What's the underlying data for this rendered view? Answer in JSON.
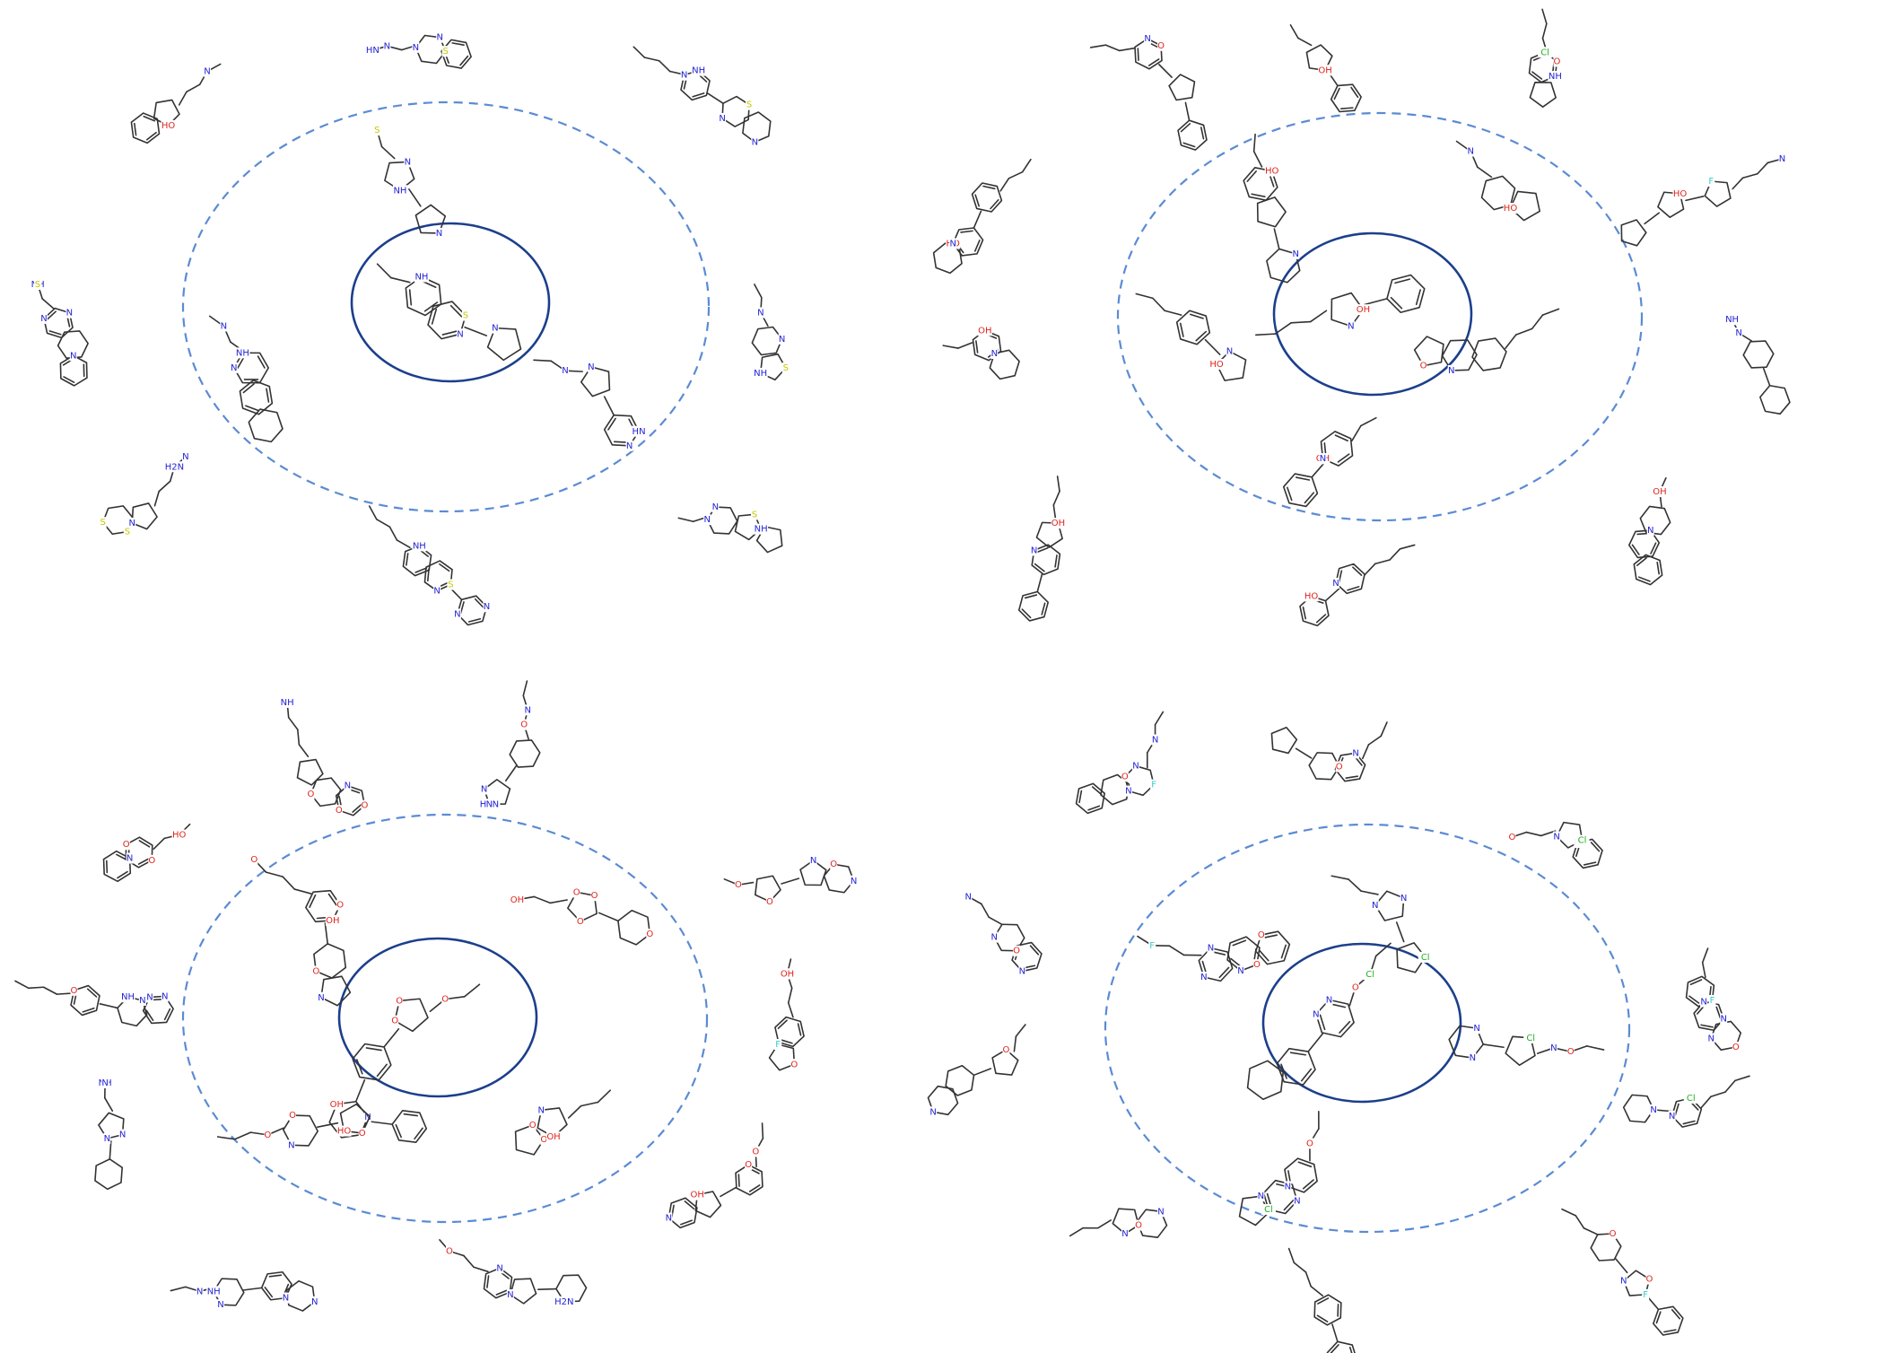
{
  "colors": {
    "bond": "#333333",
    "N": "#1f1fd6",
    "O": "#e0231c",
    "S": "#c7c700",
    "F": "#33cccc",
    "Cl": "#22b022",
    "query_ring": "#1c3f8c",
    "similarity_ring": "#5b8bd4",
    "background": "#ffffff"
  },
  "panels": [
    {
      "query": "clozapine-like thienobenzodiazepine (olanzapine scaffold)",
      "query_atoms": [
        "N",
        "N",
        "NH",
        "S"
      ],
      "inner": [
        {
          "atoms": [
            "N",
            "NH",
            "S",
            "N",
            "N"
          ]
        },
        {
          "atoms": [
            "N",
            "N",
            "NH"
          ]
        },
        {
          "atoms": [
            "N",
            "N",
            "HN",
            "N"
          ]
        }
      ],
      "outer": [
        {
          "atoms": [
            "HO",
            "S",
            "N",
            "N"
          ]
        },
        {
          "atoms": [
            "HN",
            "N",
            "S",
            "N",
            "N"
          ]
        },
        {
          "atoms": [
            "S",
            "NH",
            "N",
            "N",
            "N"
          ]
        },
        {
          "atoms": [
            "NH",
            "N",
            "N",
            "S",
            "N"
          ]
        },
        {
          "atoms": [
            "NH",
            "N",
            "S",
            "N"
          ]
        },
        {
          "atoms": [
            "H2N",
            "N",
            "S",
            "S",
            "N"
          ]
        },
        {
          "atoms": [
            "NH",
            "N",
            "S",
            "N"
          ]
        },
        {
          "atoms": [
            "N",
            "N",
            "N",
            "S",
            "NH"
          ]
        }
      ]
    },
    {
      "query": "aminotetralin (dipropylamino-hydroxytetralin)",
      "query_atoms": [
        "OH",
        "N"
      ],
      "inner": [
        {
          "atoms": [
            "HO",
            "N"
          ]
        },
        {
          "atoms": [
            "HO",
            "N"
          ]
        },
        {
          "atoms": [
            "HO",
            "N"
          ]
        },
        {
          "atoms": [
            "N",
            "O"
          ]
        },
        {
          "atoms": [
            "OH",
            "N"
          ]
        }
      ],
      "outer": [
        {
          "atoms": [
            "O",
            "N"
          ]
        },
        {
          "atoms": [
            "N",
            "OH"
          ]
        },
        {
          "atoms": [
            "O",
            "Cl",
            "NH"
          ]
        },
        {
          "atoms": [
            "HO",
            "N"
          ]
        },
        {
          "atoms": [
            "HO",
            "N",
            "F"
          ]
        },
        {
          "atoms": [
            "N",
            "OH"
          ]
        },
        {
          "atoms": [
            "N",
            "N",
            "NH"
          ]
        },
        {
          "atoms": [
            "N",
            "OH"
          ]
        },
        {
          "atoms": [
            "N",
            "OH"
          ]
        },
        {
          "atoms": [
            "HO",
            "N"
          ]
        }
      ]
    },
    {
      "query": "tetrahydroprotoberberine",
      "query_atoms": [
        "O",
        "O",
        "N",
        "OH",
        "O"
      ],
      "inner": [
        {
          "atoms": [
            "O",
            "O",
            "N",
            "O",
            "OH"
          ]
        },
        {
          "atoms": [
            "O",
            "O",
            "N",
            "O",
            "OH",
            "O"
          ]
        },
        {
          "atoms": [
            "O",
            "O",
            "N",
            "HO",
            "O"
          ]
        },
        {
          "atoms": [
            "O",
            "O",
            "N",
            "OH"
          ]
        }
      ],
      "outer": [
        {
          "atoms": [
            "N",
            "O",
            "NH",
            "O",
            "O"
          ]
        },
        {
          "atoms": [
            "H2N",
            "N",
            "O",
            "N",
            "N"
          ]
        },
        {
          "atoms": [
            "HO",
            "O",
            "N",
            "N",
            "O"
          ]
        },
        {
          "atoms": [
            "N",
            "N",
            "O",
            "O",
            "O"
          ]
        },
        {
          "atoms": [
            "O",
            "NH",
            "N",
            "N",
            "N"
          ]
        },
        {
          "atoms": [
            "N",
            "O",
            "N",
            "N",
            "OH",
            "F"
          ]
        },
        {
          "atoms": [
            "N",
            "NH",
            "N",
            "N",
            "N"
          ]
        },
        {
          "atoms": [
            "O",
            "N",
            "OH",
            "O"
          ]
        },
        {
          "atoms": [
            "N",
            "NH",
            "N",
            "N",
            "N"
          ]
        },
        {
          "atoms": [
            "H2N",
            "N",
            "N",
            "O"
          ]
        }
      ]
    },
    {
      "query": "azepane-ethyl imidazolidinone (3-chlorophenyl)",
      "query_atoms": [
        "N",
        "O",
        "N",
        "N",
        "Cl"
      ],
      "inner": [
        {
          "atoms": [
            "O",
            "N",
            "N",
            "N",
            "Cl"
          ]
        },
        {
          "atoms": [
            "O",
            "N",
            "N",
            "O",
            "N",
            "F"
          ]
        },
        {
          "atoms": [
            "Cl",
            "N",
            "O",
            "N",
            "N"
          ]
        },
        {
          "atoms": [
            "N",
            "O",
            "N",
            "N",
            "Cl"
          ]
        }
      ],
      "outer": [
        {
          "atoms": [
            "N",
            "O",
            "N",
            "N",
            "F"
          ]
        },
        {
          "atoms": [
            "N",
            "O"
          ]
        },
        {
          "atoms": [
            "N",
            "O",
            "N",
            "Cl"
          ]
        },
        {
          "atoms": [
            "N",
            "O",
            "N",
            "N"
          ]
        },
        {
          "atoms": [
            "N",
            "N",
            "O",
            "N",
            "F"
          ]
        },
        {
          "atoms": [
            "N",
            "O"
          ]
        },
        {
          "atoms": [
            "N",
            "O",
            "N",
            "N",
            "Cl"
          ]
        },
        {
          "atoms": [
            "N",
            "O",
            "N"
          ]
        },
        {
          "atoms": [
            "O",
            "N",
            "O",
            "F"
          ]
        },
        {
          "atoms": [
            "N",
            "N",
            "O"
          ]
        }
      ]
    }
  ]
}
